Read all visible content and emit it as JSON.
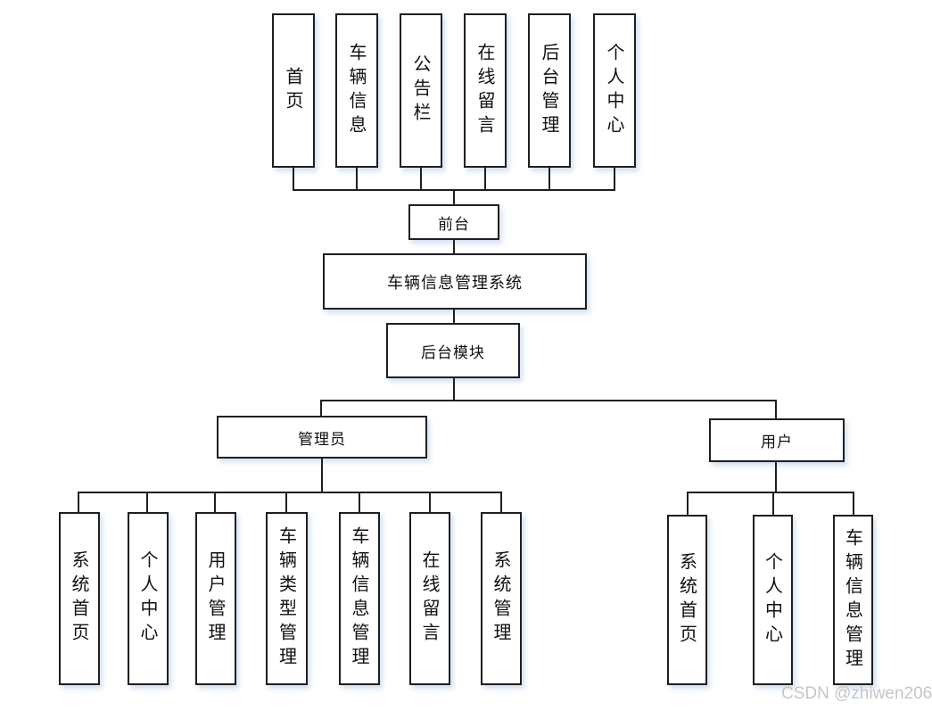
{
  "diagram": {
    "system_title": "车辆信息管理系统",
    "front_node": "前台",
    "backend_node": "后台模块",
    "front_modules": [
      "首页",
      "车辆信息",
      "公告栏",
      "在线留言",
      "后台管理",
      "个人中心"
    ],
    "admin_node": "管理员",
    "admin_modules": [
      "系统首页",
      "个人中心",
      "用户管理",
      "车辆类型管理",
      "车辆信息管理",
      "在线留言",
      "系统管理"
    ],
    "user_node": "用户",
    "user_modules": [
      "系统首页",
      "个人中心",
      "车辆信息管理"
    ],
    "watermark": "CSDN @zhiwen206",
    "colors": {
      "line": "#1f1f1f",
      "box_border": "#1f1f1f",
      "box_fill": "#ffffff",
      "shadow_tint": "#cfe0f2",
      "watermark": "#c4c6c8"
    }
  }
}
